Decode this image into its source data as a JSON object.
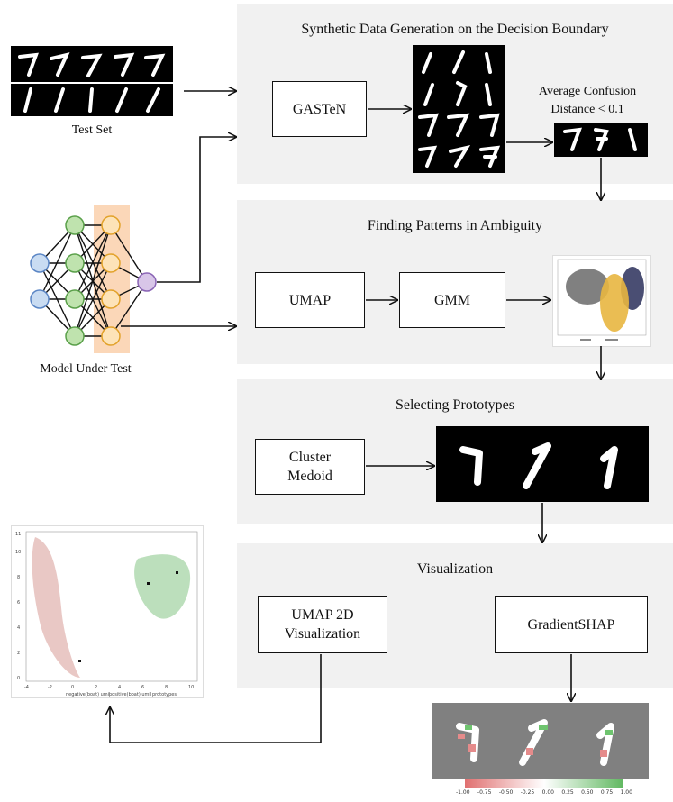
{
  "panels": {
    "generation": {
      "title": "Synthetic Data Generation on the Decision Boundary"
    },
    "patterns": {
      "title": "Finding Patterns in Ambiguity"
    },
    "prototypes": {
      "title": "Selecting Prototypes"
    },
    "visualization": {
      "title": "Visualization"
    }
  },
  "boxes": {
    "gasten": "GASTeN",
    "umap": "UMAP",
    "gmm": "GMM",
    "cluster_medoid": [
      "Cluster",
      "Medoid"
    ],
    "umap2d": [
      "UMAP 2D",
      "Visualization"
    ],
    "gradientshap": "GradientSHAP"
  },
  "labels": {
    "test_set": "Test Set",
    "model_under_test": "Model Under Test",
    "confusion_distance": [
      "Average Confusion",
      "Distance < 0.1"
    ]
  },
  "digits": {
    "test_set_row1": [
      "7",
      "7",
      "7",
      "7",
      "7"
    ],
    "test_set_row2": [
      "1",
      "1",
      "1",
      "1",
      "1"
    ],
    "generated_grid": [
      [
        "1",
        "1",
        "1"
      ],
      [
        "1",
        "1",
        "1"
      ],
      [
        "7",
        "7",
        "7"
      ],
      [
        "7",
        "7",
        "7"
      ]
    ],
    "filtered": [
      "7",
      "7",
      "1"
    ],
    "prototypes": [
      "7",
      "7",
      "1"
    ],
    "attribution": [
      "7",
      "7",
      "1"
    ]
  },
  "colorbar_ticks": [
    "-1.00",
    "-0.75",
    "-0.50",
    "-0.25",
    "0.00",
    "0.25",
    "0.50",
    "0.75",
    "1.00"
  ],
  "scatter_legend": [
    "negative(boat) umil",
    "positive(boat) umil",
    "prototypes"
  ],
  "scatter_axis": {
    "x_ticks": [
      "-4",
      "-2",
      "0",
      "2",
      "4",
      "6",
      "8",
      "10"
    ],
    "y_ticks": [
      "11",
      "10",
      "8",
      "6",
      "4",
      "2",
      "0"
    ]
  },
  "colors": {
    "panel_bg": "#f1f1f1",
    "input_node": "#c9dcf2",
    "hidden1_node": "#bfe3ae",
    "hidden2_node": "#fde3b8",
    "output_node": "#d8c6e8",
    "highlight": "#fbd7b8",
    "negative_points": "#c0605a",
    "positive_points": "#6ab86a",
    "cluster_yellow": "#e8b640",
    "cluster_navy": "#2a2f5a",
    "cluster_gray": "#6a6a6a"
  }
}
